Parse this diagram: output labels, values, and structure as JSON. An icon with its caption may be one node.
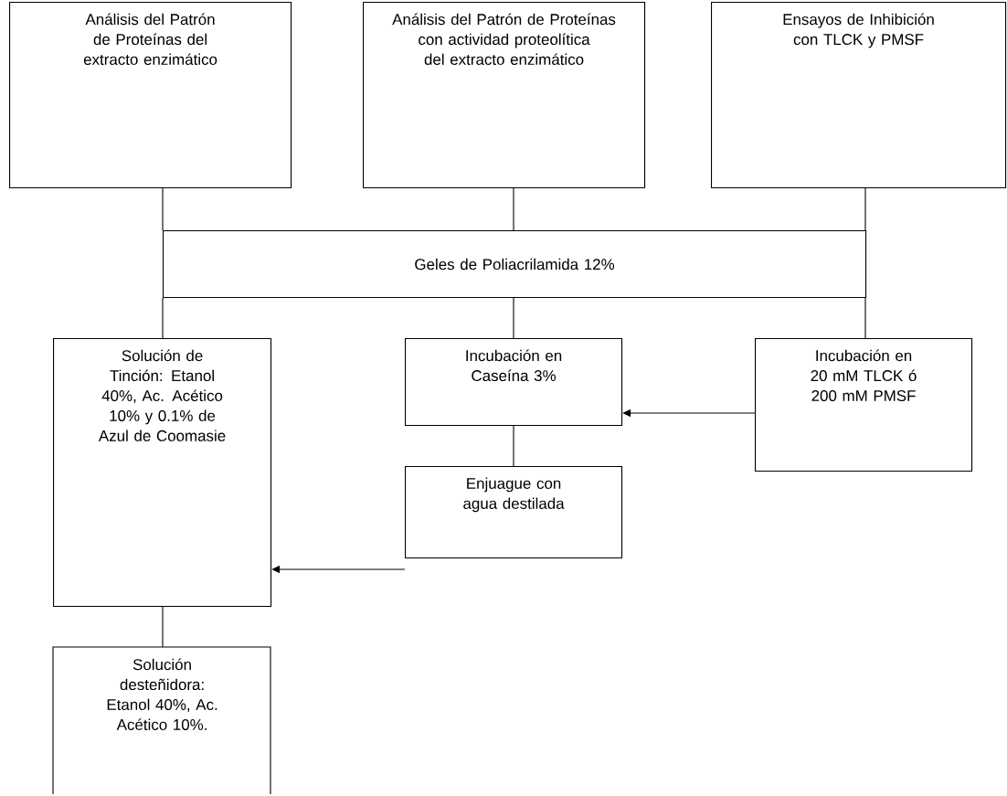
{
  "diagram": {
    "nodes": [
      {
        "text": [
          "Análisis del Patrón de Proteínas del extracto enzimático"
        ]
      },
      {
        "text": [
          "Análisis del Patrón de Proteínas con actividad proteolítica del extracto enzimático"
        ]
      },
      {
        "text": [
          "Ensayos de Inhibición con TLCK y PMSF"
        ]
      },
      {
        "text": [
          "Geles de Poliacrilamida 12%"
        ]
      },
      {
        "text": [
          "Solución de Tinción: Etanol 40%, Ac. Acético 10% y 0.1% de Azul de Coomasie"
        ]
      },
      {
        "text": [
          "Incubación en Caseína 3%"
        ]
      },
      {
        "text": [
          "Incubación en 20 mM TLCK ó 200 mM PMSF"
        ]
      },
      {
        "text": [
          "Enjuague con agua destilada"
        ]
      },
      {
        "text": [
          "Solución desteñidora: Etanol 40%, Ac. Acético 10%."
        ]
      }
    ],
    "edges": [
      {
        "from": 0,
        "to": 3,
        "arrow": "none"
      },
      {
        "from": 1,
        "to": 3,
        "arrow": "none"
      },
      {
        "from": 2,
        "to": 3,
        "arrow": "none"
      },
      {
        "from": 3,
        "to": 4,
        "arrow": "none"
      },
      {
        "from": 3,
        "to": 5,
        "arrow": "none"
      },
      {
        "from": 3,
        "to": 6,
        "arrow": "none"
      },
      {
        "from": 6,
        "to": 5,
        "arrow": "to"
      },
      {
        "from": 5,
        "to": 7,
        "arrow": "none"
      },
      {
        "from": 7,
        "to": 4,
        "arrow": "to"
      },
      {
        "from": 4,
        "to": 8,
        "arrow": "none"
      }
    ]
  }
}
